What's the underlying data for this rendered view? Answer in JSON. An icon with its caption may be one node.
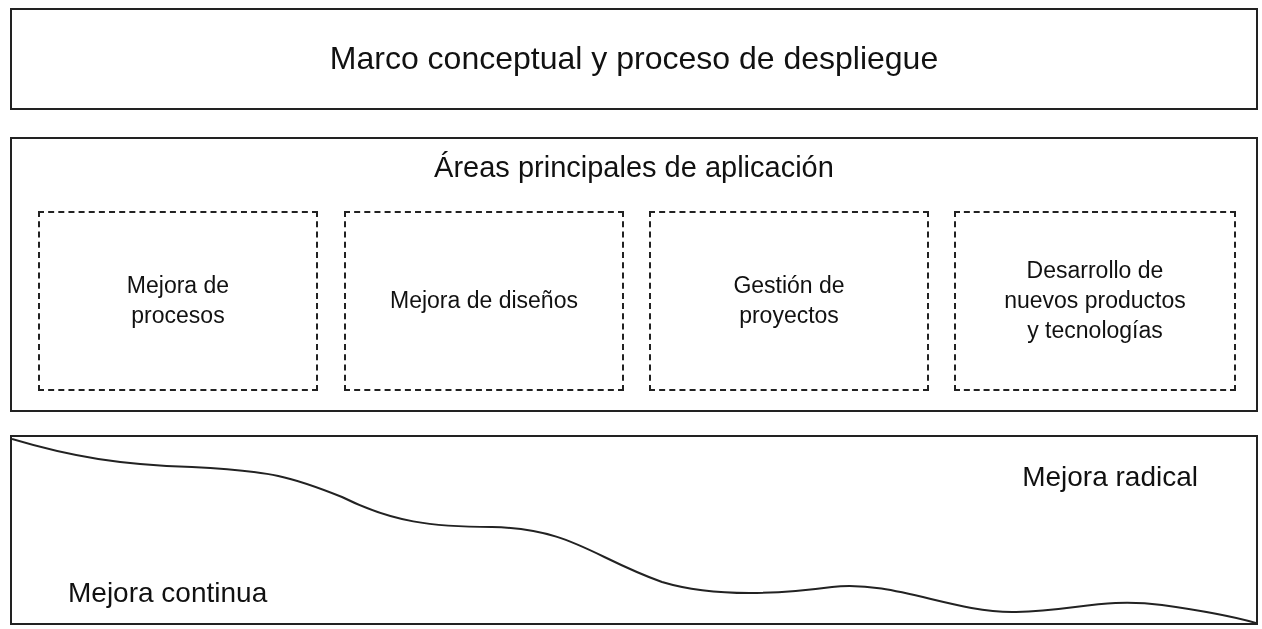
{
  "diagram": {
    "nodes": [
      {
        "text": [
          "Marco conceptual y proceso de despliegue"
        ]
      },
      {
        "text": [
          "Áreas principales de aplicación"
        ]
      },
      {
        "text": [
          "Mejora de procesos"
        ],
        "in": 1
      },
      {
        "text": [
          "Mejora de diseños"
        ],
        "in": 1
      },
      {
        "text": [
          "Gestión de proyectos"
        ],
        "in": 1
      },
      {
        "text": [
          "Desarrollo de nuevos productos y tecnologías"
        ],
        "in": 1
      },
      {
        "text": [
          "Mejora radical",
          "Mejora continua"
        ]
      }
    ]
  }
}
